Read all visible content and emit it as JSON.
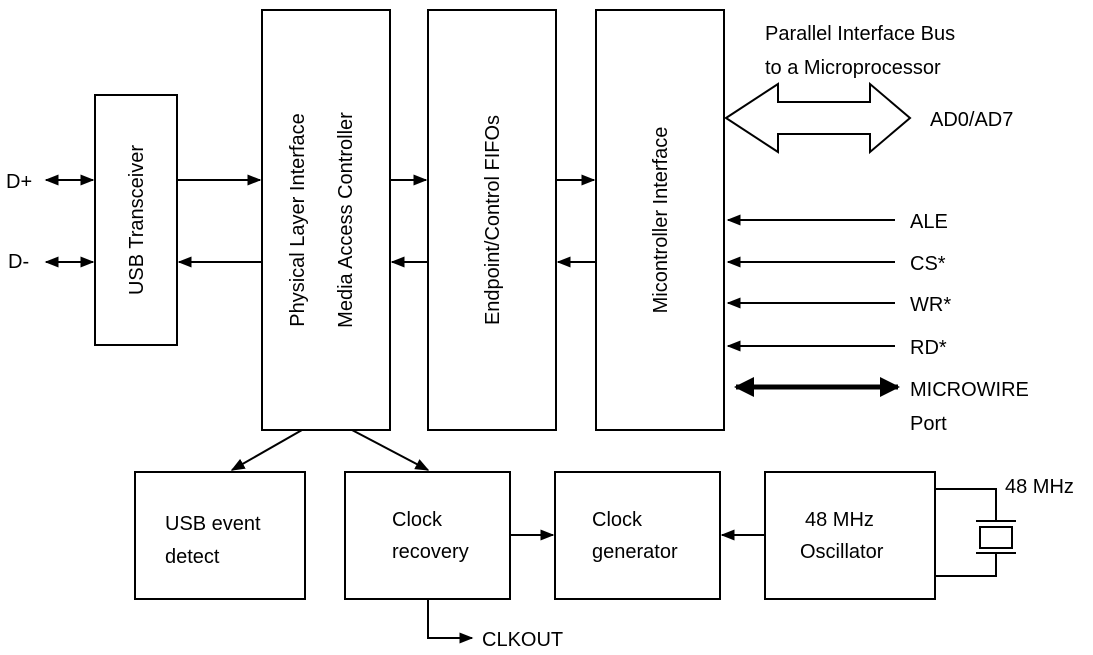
{
  "blocks": {
    "usb_transceiver": "USB Transceiver",
    "physical_layer": "Physical Layer Interface",
    "media_access": "Media Access Controller",
    "endpoint_fifos": "Endpoint/Control FIFOs",
    "microcontroller_interface": "Micontroller Interface",
    "usb_event_detect_line1": "USB event",
    "usb_event_detect_line2": "detect",
    "clock_recovery_line1": "Clock",
    "clock_recovery_line2": "recovery",
    "clock_generator_line1": "Clock",
    "clock_generator_line2": "generator",
    "oscillator_line1": "48 MHz",
    "oscillator_line2": "Oscillator"
  },
  "signals": {
    "d_plus": "D+",
    "d_minus": "D-",
    "bus_title_line1": "Parallel  Interface Bus",
    "bus_title_line2": "to a Microprocessor",
    "ad_bus": "AD0/AD7",
    "ale": "ALE",
    "cs": "CS*",
    "wr": "WR*",
    "rd": "RD*",
    "microwire_line1": "MICROWIRE",
    "microwire_line2": "Port",
    "crystal_freq": "48 MHz",
    "clkout": "CLKOUT"
  }
}
